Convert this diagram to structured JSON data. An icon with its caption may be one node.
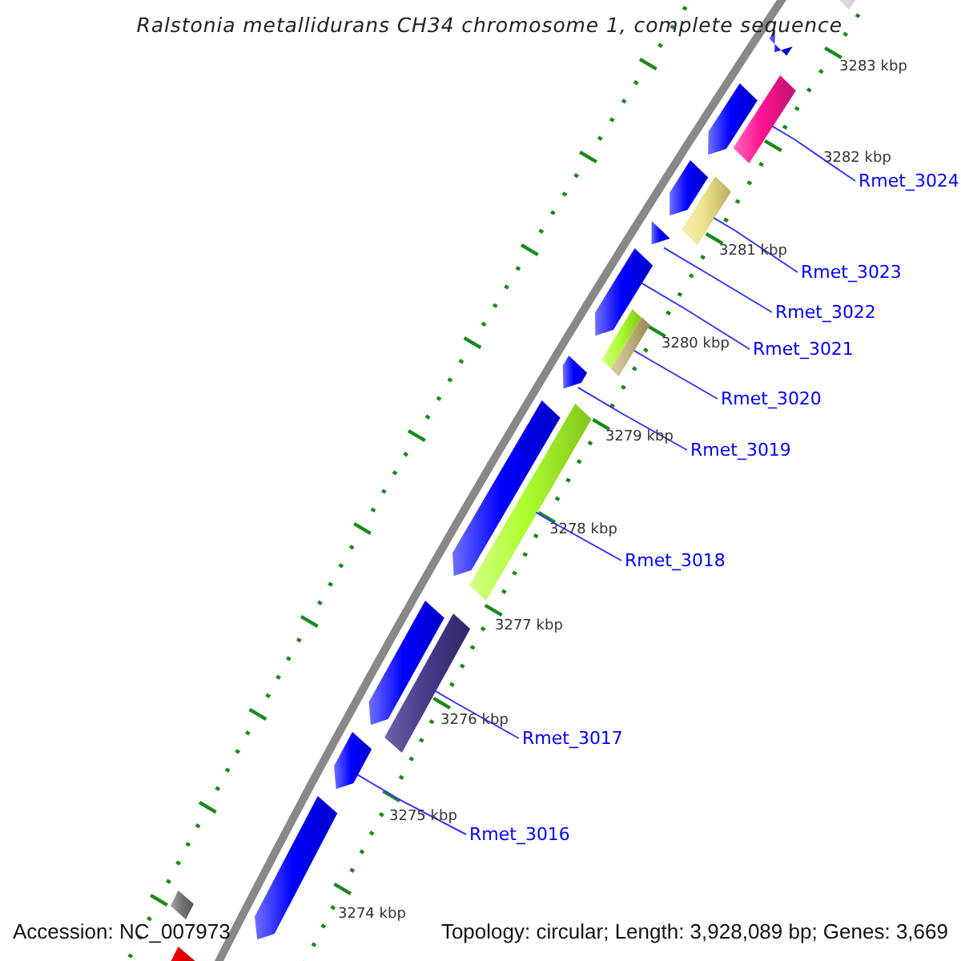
{
  "diagram": {
    "title": "Ralstonia metallidurans CH34 chromosome 1, complete sequence",
    "nodes": [
      {
        "text": [
          "Rmet_3024"
        ]
      },
      {
        "text": [
          "Rmet_3023"
        ]
      },
      {
        "text": [
          "Rmet_3022"
        ]
      },
      {
        "text": [
          "Rmet_3021"
        ]
      },
      {
        "text": [
          "Rmet_3020"
        ]
      },
      {
        "text": [
          "Rmet_3019"
        ]
      },
      {
        "text": [
          "Rmet_3018"
        ]
      },
      {
        "text": [
          "Rmet_3017"
        ]
      },
      {
        "text": [
          "Rmet_3016"
        ]
      },
      {
        "text": [],
        "shape": "bar"
      },
      {
        "text": [],
        "shape": "pentagon"
      },
      {
        "text": [],
        "shape": "bar"
      },
      {
        "text": [],
        "shape": "pentagon"
      },
      {
        "text": [],
        "shape": "pentagon"
      },
      {
        "text": [],
        "shape": "bar"
      },
      {
        "text": [],
        "shape": "pentagon"
      },
      {
        "text": [],
        "shape": "pentagon"
      },
      {
        "text": [],
        "shape": "bar"
      },
      {
        "text": [],
        "shape": "bar"
      },
      {
        "text": [],
        "shape": "pentagon"
      },
      {
        "text": [],
        "shape": "pentagon"
      },
      {
        "text": [],
        "shape": "bar"
      },
      {
        "text": [],
        "shape": "pentagon"
      },
      {
        "text": [],
        "shape": "bar"
      },
      {
        "text": [],
        "shape": "pentagon"
      },
      {
        "text": [],
        "shape": "pentagon"
      },
      {
        "text": [],
        "shape": "bar"
      },
      {
        "text": [],
        "shape": "bar"
      }
    ],
    "edges": [
      {
        "from": 0,
        "to": 11,
        "arrow": "none"
      },
      {
        "from": 1,
        "to": 14,
        "arrow": "none"
      },
      {
        "from": 2,
        "to": 15,
        "arrow": "none"
      },
      {
        "from": 3,
        "to": 16,
        "arrow": "none"
      },
      {
        "from": 4,
        "to": 18,
        "arrow": "none"
      },
      {
        "from": 5,
        "to": 19,
        "arrow": "none"
      },
      {
        "from": 6,
        "to": 21,
        "arrow": "none"
      },
      {
        "from": 7,
        "to": 23,
        "arrow": "none"
      },
      {
        "from": 8,
        "to": 24,
        "arrow": "none"
      }
    ],
    "labels": [
      "3283 kbp",
      "3282 kbp",
      "3281 kbp",
      "3280 kbp",
      "3279 kbp",
      "3278 kbp",
      "3277 kbp",
      "3276 kbp",
      "3275 kbp",
      "3274 kbp",
      "Accession: NC_007973",
      "Topology: circular; Length: 3,928,089 bp; Genes: 3,669"
    ]
  }
}
